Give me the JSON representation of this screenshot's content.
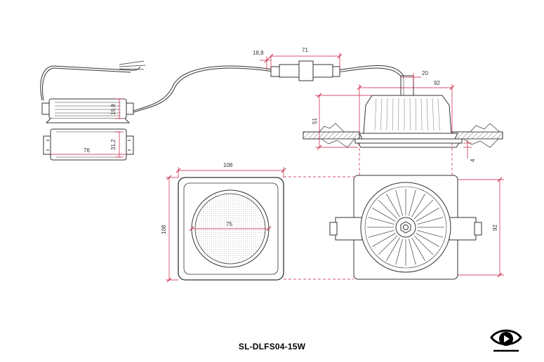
{
  "title": "SL-DLFS04-15W",
  "colors": {
    "outline": "#333333",
    "dimension": "#c8183c",
    "ribs": "#888888"
  },
  "dimensions": {
    "connector_length": "18,8",
    "cable_coupler": "71",
    "driver_height": "19,9",
    "driver_length": "76",
    "driver_width": "31,2",
    "housing_height": "51",
    "cable_offset": "20",
    "housing_diameter": "92",
    "flange_thickness": "4",
    "front_width": "108",
    "front_height": "108",
    "lens_diameter": "75",
    "back_height": "92"
  },
  "logo": {
    "icon": "eye-play-icon"
  }
}
